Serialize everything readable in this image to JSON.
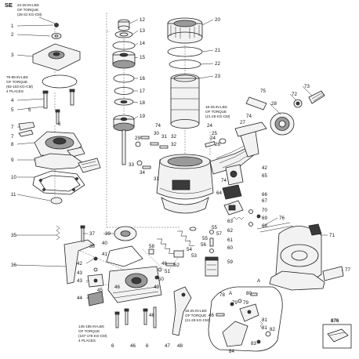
{
  "diagram": {
    "header": "SE",
    "model_label": "876",
    "notes": {
      "n1": [
        "24-28 IN-LBS",
        "OF TORQUE",
        "(28-31 KG-CM)"
      ],
      "n2": [
        "79-89 IN-LBS",
        "OF TORQUE",
        "(92-103 KG-CM)",
        "4 PLACES"
      ],
      "n3": [
        "18-25 IN-LBS",
        "OF TORQUE",
        "(21-29 KG-CM)"
      ],
      "n4": [
        "18-25 IN-LBS",
        "OF TORQUE",
        "(21-29 KG-CM)"
      ],
      "n5": [
        "145-155 IN-LBS",
        "OF TORQUE",
        "(167-178 KG-CM)",
        "4 PLACES"
      ]
    },
    "detail_marker": "A",
    "detail_marker_2": "A",
    "callouts": [
      "1",
      "2",
      "3",
      "4",
      "5",
      "6",
      "7",
      "8",
      "9",
      "10",
      "11",
      "12",
      "13",
      "14",
      "15",
      "16",
      "17",
      "18",
      "19",
      "20",
      "21",
      "22",
      "23",
      "24",
      "25",
      "26",
      "27",
      "28",
      "29",
      "30",
      "31",
      "32",
      "33",
      "34",
      "35",
      "36",
      "37",
      "38",
      "39",
      "40",
      "41",
      "42",
      "43",
      "44",
      "45",
      "46",
      "47",
      "48",
      "49",
      "50",
      "51",
      "52",
      "53",
      "54",
      "55",
      "56",
      "57",
      "58",
      "59",
      "60",
      "61",
      "62",
      "63",
      "64",
      "65",
      "66",
      "67",
      "68",
      "69",
      "70",
      "71",
      "72",
      "73",
      "74",
      "75",
      "76",
      "77",
      "78",
      "79",
      "80",
      "81",
      "82",
      "83",
      "84"
    ],
    "extra_callouts": {
      "c5b": "5",
      "c6b": "6",
      "c6c": "6",
      "c7b": "7",
      "c24b": "24",
      "c31b": "31",
      "c32b": "32",
      "c42b": "42",
      "c43b": "43",
      "c46b": "46",
      "c46c": "46",
      "c46d": "46",
      "c46e": "46",
      "c74b": "74",
      "c74c": "74",
      "c55b": "55",
      "c79b": "79",
      "c81b": "81"
    }
  }
}
